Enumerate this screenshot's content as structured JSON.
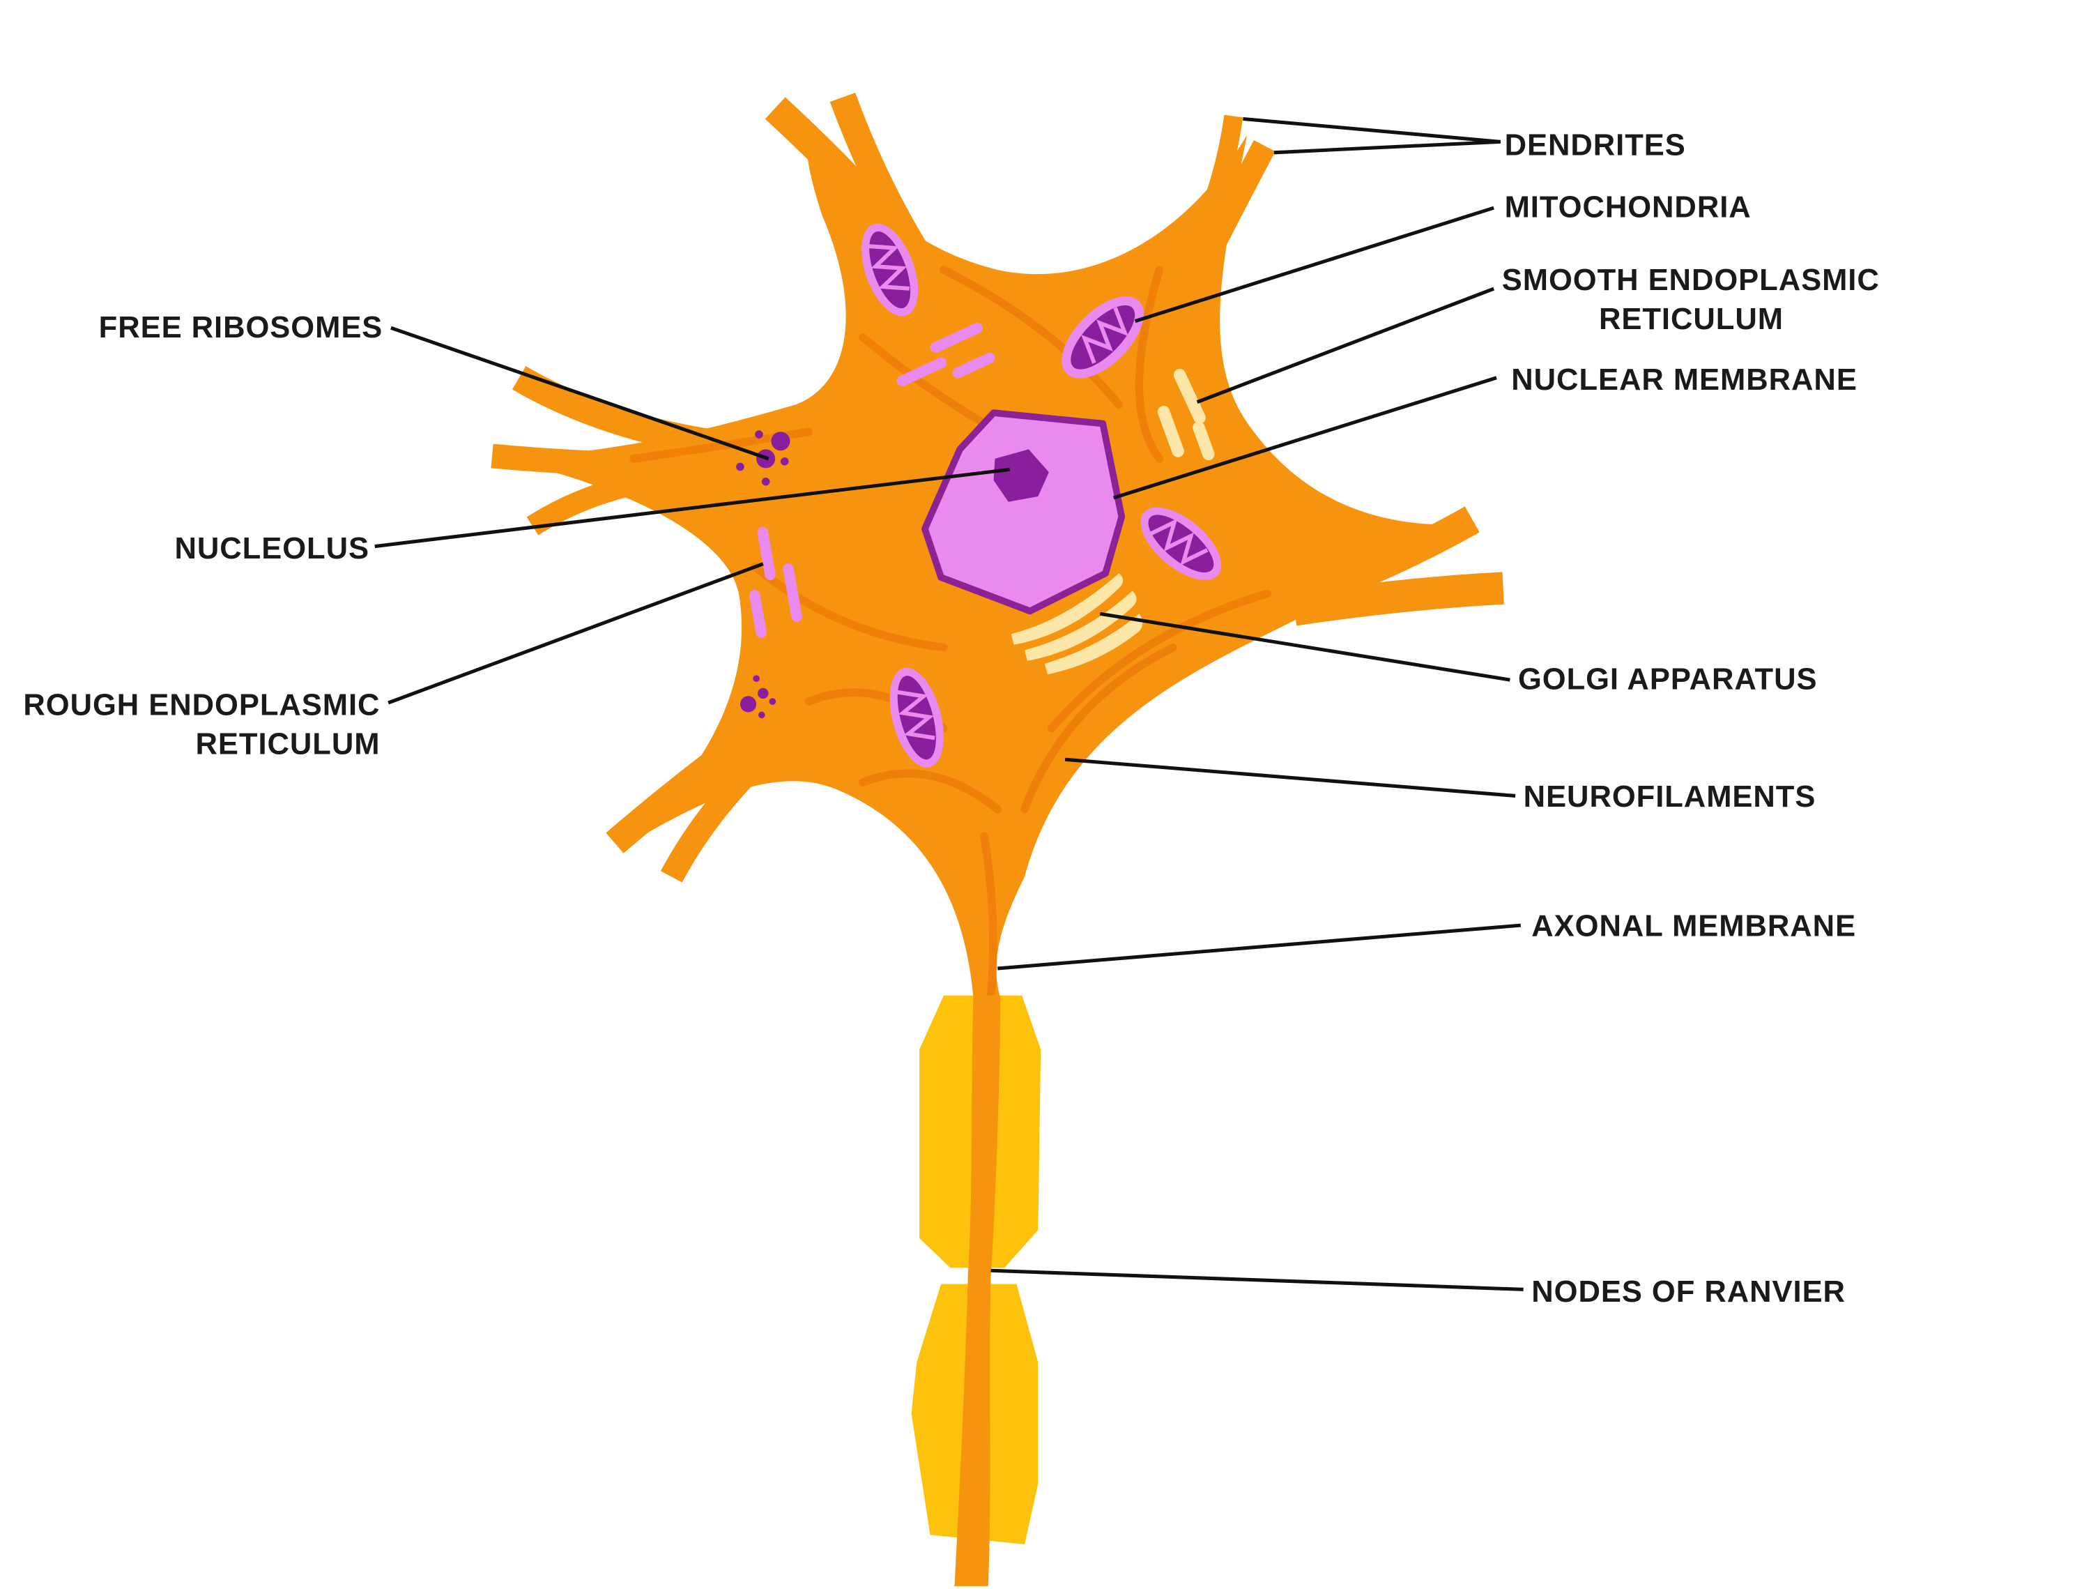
{
  "colors": {
    "background": "#ffffff",
    "cell_body": "#f7940f",
    "cell_shadow": "#ee7d08",
    "myelin": "#fcc20c",
    "nucleus": "#e98aef",
    "nucleus_outline": "#8b2396",
    "nucleolus": "#8a1f9e",
    "organelle_pink": "#e98aef",
    "organelle_purple": "#8a1f9e",
    "golgi": "#fde7a8",
    "leader_line": "#111111",
    "label_text": "#1a1a1a"
  },
  "labels": {
    "dendrites": "DENDRITES",
    "mitochondria": "MITOCHONDRIA",
    "smooth_er_line1": "SMOOTH ENDOPLASMIC",
    "smooth_er_line2": "RETICULUM",
    "nuclear_membrane": "NUCLEAR MEMBRANE",
    "golgi_apparatus": "GOLGI APPARATUS",
    "neurofilaments": "NEUROFILAMENTS",
    "axonal_membrane": "AXONAL MEMBRANE",
    "nodes_of_ranvier": "NODES OF RANVIER",
    "free_ribosomes": "FREE RIBOSOMES",
    "nucleolus": "NUCLEOLUS",
    "rough_er_line1": "ROUGH ENDOPLASMIC",
    "rough_er_line2": "RETICULUM"
  },
  "icons": {
    "cell_body": "neuron-soma-icon",
    "nucleus": "nucleus-icon",
    "mitochondrion": "mitochondrion-icon",
    "ribosome_cluster": "ribosome-cluster-icon",
    "myelin_sheath": "myelin-sheath-icon"
  }
}
